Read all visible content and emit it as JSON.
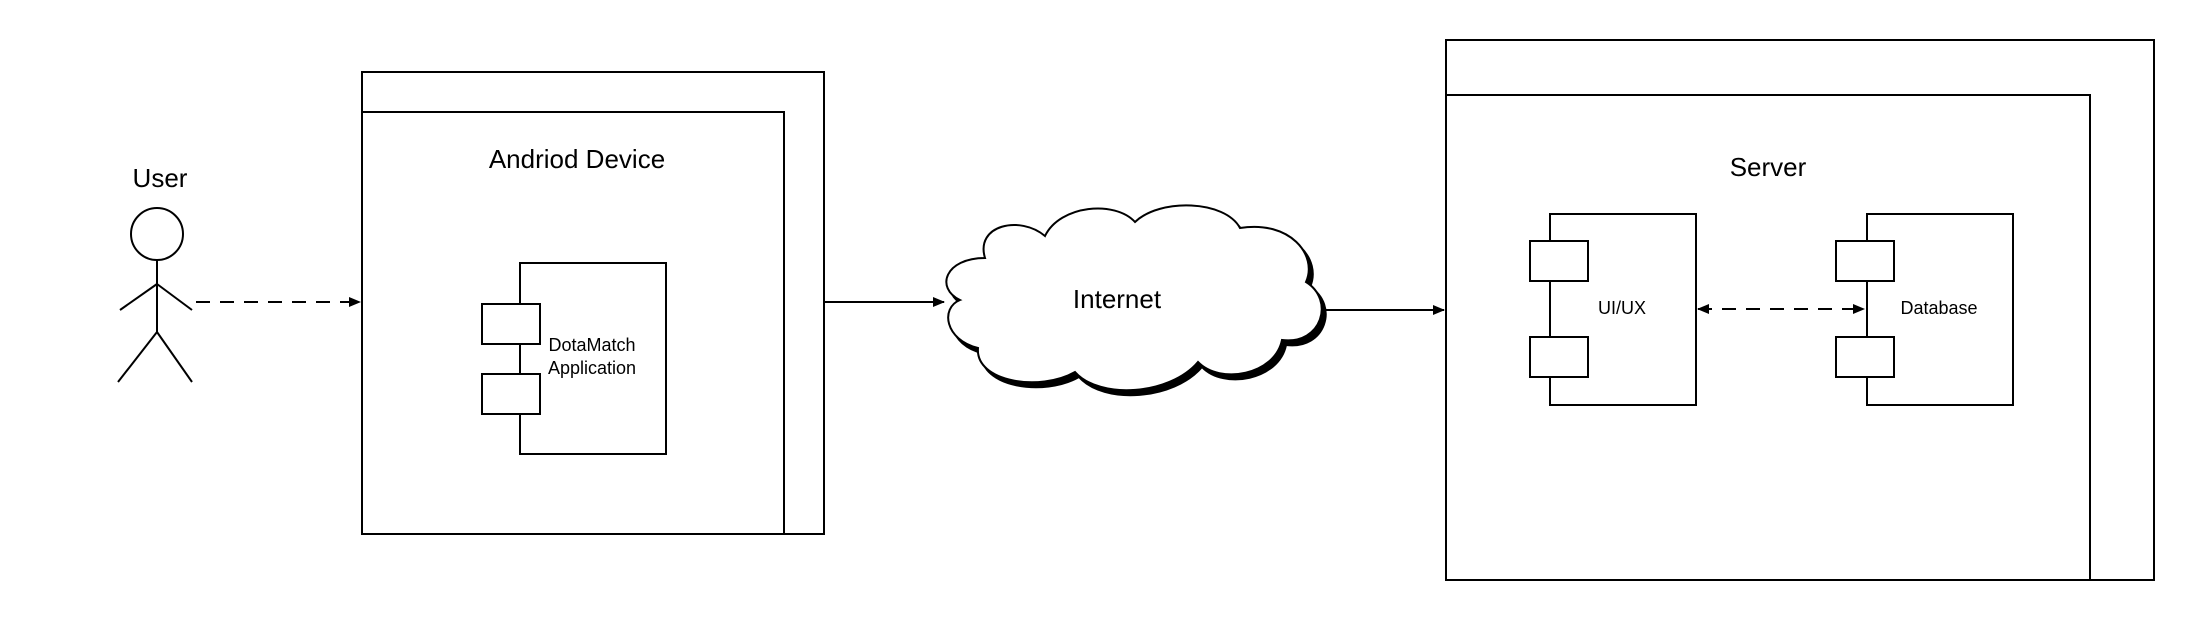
{
  "actor": {
    "label": "User"
  },
  "device_node": {
    "label": "Andriod Device",
    "component": {
      "label_line1": "DotaMatch",
      "label_line2": "Application"
    }
  },
  "network": {
    "label": "Internet"
  },
  "server_node": {
    "label": "Server",
    "components": [
      {
        "label": "UI/UX"
      },
      {
        "label": "Database"
      }
    ]
  },
  "colors": {
    "stroke": "#000000",
    "background": "#ffffff"
  }
}
